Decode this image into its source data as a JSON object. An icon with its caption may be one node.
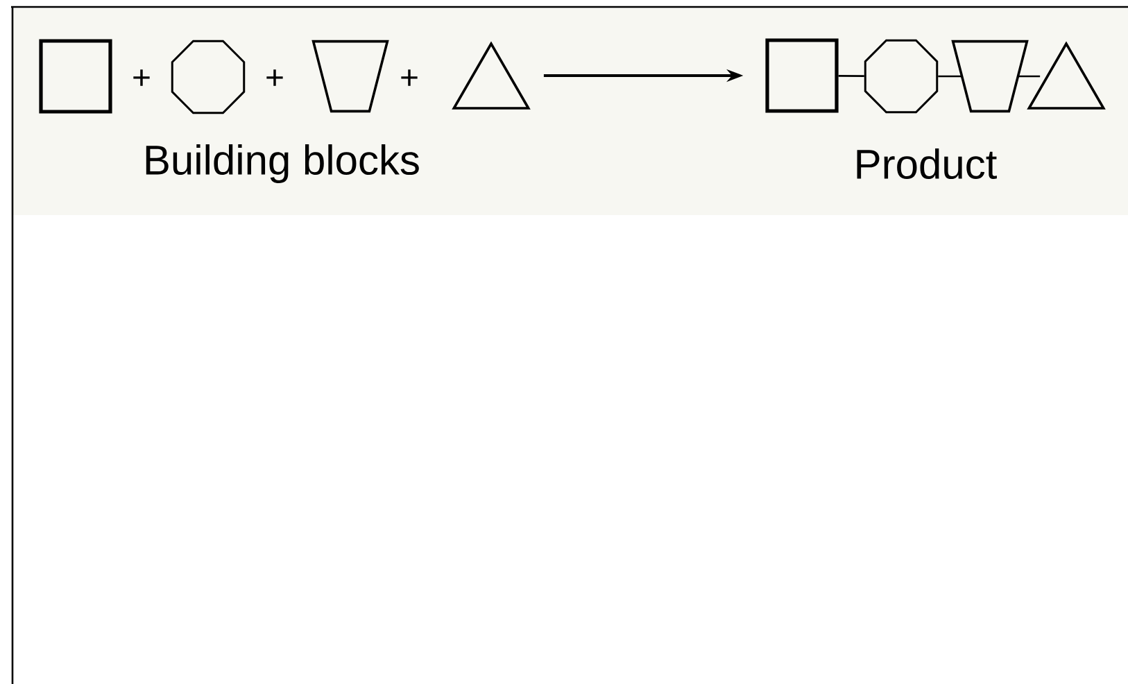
{
  "diagram": {
    "nodes": [
      {
        "text": [],
        "shape": "box"
      },
      {
        "text": [],
        "shape": "octagon"
      },
      {
        "text": [],
        "shape": "trapezoid"
      },
      {
        "text": [],
        "shape": "triangle"
      },
      {
        "text": [],
        "shape": "box"
      },
      {
        "text": [],
        "shape": "octagon"
      },
      {
        "text": [],
        "shape": "trapezoid"
      },
      {
        "text": [],
        "shape": "triangle"
      }
    ],
    "edges": [
      {
        "from": 3,
        "to": 4,
        "arrow": "to"
      },
      {
        "from": 4,
        "to": 5,
        "arrow": "none"
      },
      {
        "from": 5,
        "to": 6,
        "arrow": "none"
      },
      {
        "from": 6,
        "to": 7,
        "arrow": "none"
      }
    ],
    "labels": [
      "+",
      "+",
      "+",
      "Building blocks",
      "Product"
    ]
  }
}
